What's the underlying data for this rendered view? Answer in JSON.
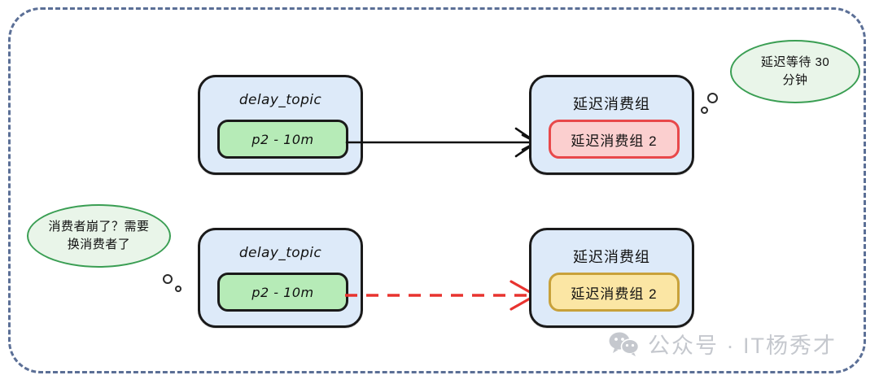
{
  "diagram": {
    "frame": {
      "name": "dashed-outer-frame",
      "border_color": "#5b6f96"
    },
    "rows": [
      {
        "id": "row-normal",
        "topic": {
          "title": "delay_topic",
          "partition": "p2 - 10m",
          "fill": "#ddeaf9",
          "pill_fill": "#b6ebb7"
        },
        "consumer_group": {
          "title": "延迟消费组",
          "member": "延迟消费组 2",
          "fill": "#ddeaf9",
          "pill_fill": "#fbcfcf",
          "pill_border": "#e8484a"
        },
        "arrow": {
          "style": "solid",
          "color": "#111111",
          "direction": "right"
        },
        "bubble": {
          "lines": [
            "延迟等待 30",
            "分钟"
          ],
          "fill": "#e9f5e9",
          "border": "#3a9e53"
        }
      },
      {
        "id": "row-rebalance",
        "topic": {
          "title": "delay_topic",
          "partition": "p2 - 10m",
          "fill": "#ddeaf9",
          "pill_fill": "#b6ebb7"
        },
        "consumer_group": {
          "title": "延迟消费组",
          "member": "延迟消费组 2",
          "fill": "#ddeaf9",
          "pill_fill": "#fbe6a4",
          "pill_border": "#c8a13a"
        },
        "arrow": {
          "style": "dashed",
          "color": "#e8332f",
          "direction": "right"
        },
        "bubble": {
          "lines": [
            "消费者崩了？需要",
            "换消费者了"
          ],
          "fill": "#e9f5e9",
          "border": "#3a9e53"
        }
      }
    ],
    "watermark": {
      "text": "公众号 · IT杨秀才",
      "color": "#c2c6cc"
    }
  }
}
